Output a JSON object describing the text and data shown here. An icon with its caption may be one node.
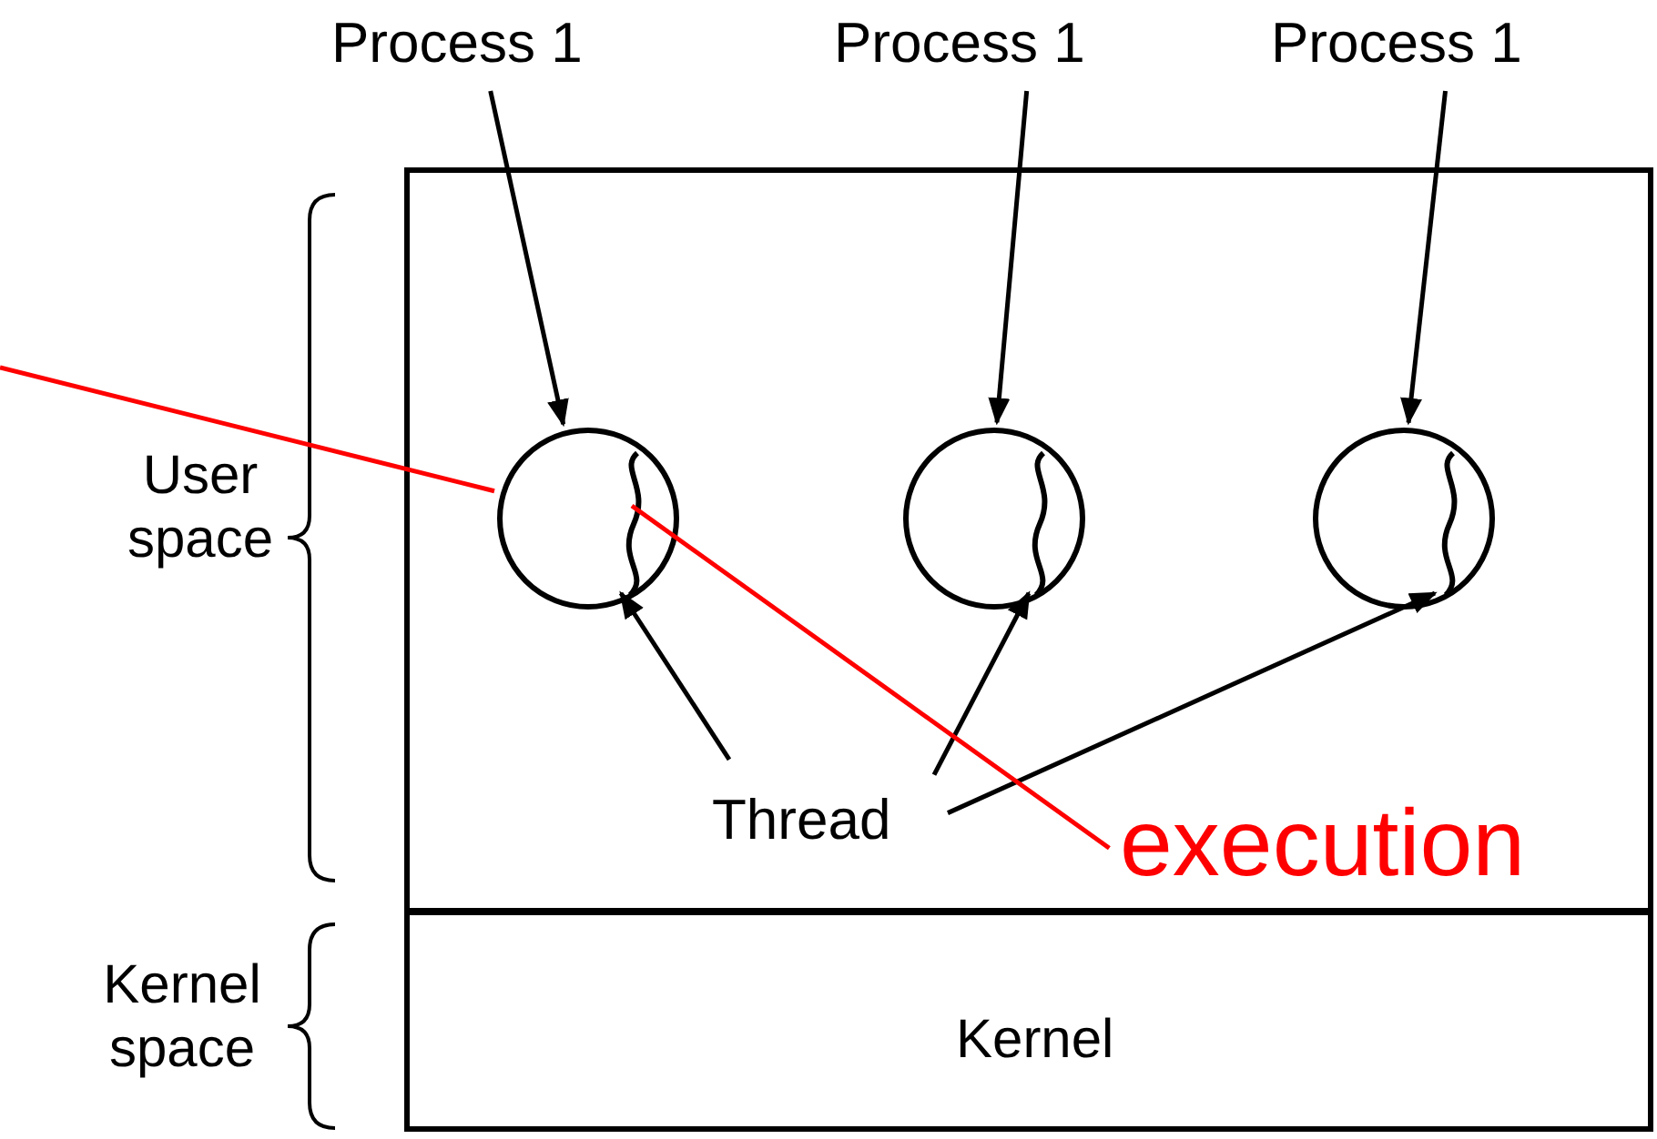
{
  "diagram": {
    "nodes": [
      {
        "text": [
          "Process 1"
        ]
      },
      {
        "text": [
          "Process 1"
        ]
      },
      {
        "text": [
          "Process 1"
        ]
      },
      {
        "text": [
          "User space"
        ]
      },
      {
        "text": [],
        "shape": "circle",
        "in": 3
      },
      {
        "text": [],
        "shape": "circle",
        "in": 3
      },
      {
        "text": [],
        "shape": "circle",
        "in": 3
      },
      {
        "text": [],
        "shape": "line",
        "in": 4
      },
      {
        "text": [],
        "shape": "line",
        "in": 5
      },
      {
        "text": [],
        "shape": "line",
        "in": 6
      },
      {
        "text": [
          "Thread"
        ],
        "in": 3
      },
      {
        "text": [
          "execution"
        ],
        "in": 3
      },
      {
        "text": [
          "Kernel space",
          "Kernel"
        ]
      }
    ],
    "edges": [
      {
        "from": 0,
        "to": 4,
        "arrow": "to"
      },
      {
        "from": 1,
        "to": 5,
        "arrow": "to"
      },
      {
        "from": 2,
        "to": 6,
        "arrow": "to"
      },
      {
        "from": 10,
        "to": 7,
        "arrow": "to"
      },
      {
        "from": 10,
        "to": 8,
        "arrow": "to"
      },
      {
        "from": 10,
        "to": 9,
        "arrow": "to"
      },
      {
        "from": 11,
        "to": 7,
        "arrow": "none",
        "color": "#ff0000"
      },
      {
        "from": null,
        "to": 4,
        "arrow": "none",
        "color": "#ff0000"
      }
    ]
  }
}
